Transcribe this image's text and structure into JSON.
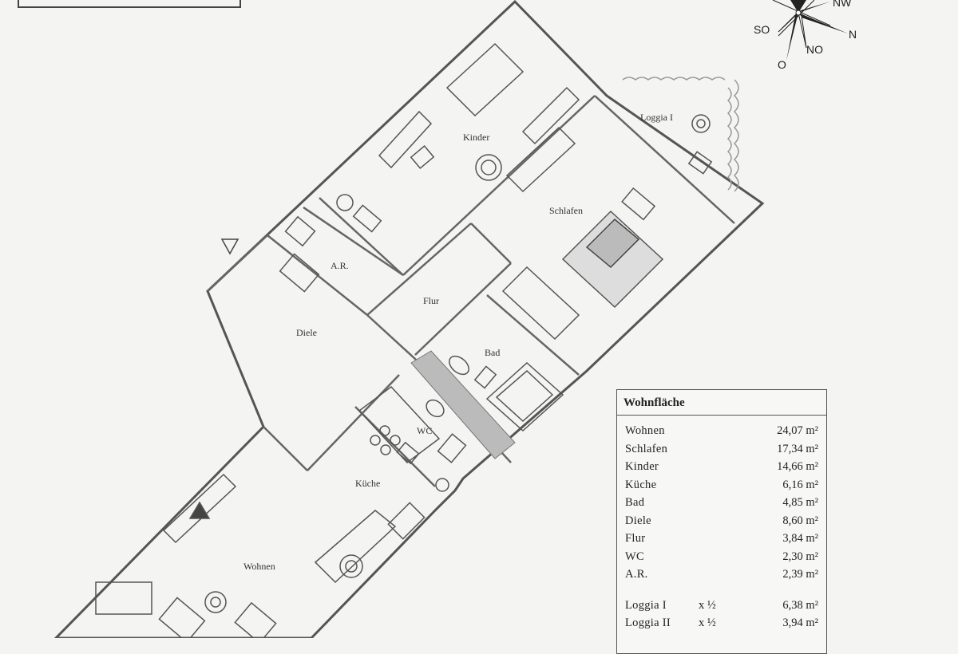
{
  "compass": {
    "nw": "NW",
    "so": "SO",
    "n": "N",
    "o": "O",
    "no": "NO"
  },
  "rooms": {
    "kinder": "Kinder",
    "loggia": "Loggia I",
    "schlafen": "Schlafen",
    "ar": "A.R.",
    "flur": "Flur",
    "diele": "Diele",
    "bad": "Bad",
    "wc": "WC",
    "kueche": "Küche",
    "wohnen": "Wohnen"
  },
  "legend": {
    "title": "Wohnfläche",
    "rows": [
      {
        "name": "Wohnen",
        "value": "24,07 m²"
      },
      {
        "name": "Schlafen",
        "value": "17,34 m²"
      },
      {
        "name": "Kinder",
        "value": "14,66 m²"
      },
      {
        "name": "Küche",
        "value": "6,16 m²"
      },
      {
        "name": "Bad",
        "value": "4,85 m²"
      },
      {
        "name": "Diele",
        "value": "8,60 m²"
      },
      {
        "name": "Flur",
        "value": "3,84 m²"
      },
      {
        "name": "WC",
        "value": "2,30 m²"
      },
      {
        "name": "A.R.",
        "value": "2,39 m²"
      }
    ],
    "loggias": [
      {
        "name": "Loggia I",
        "fraction": "x ½",
        "value": "6,38 m²"
      },
      {
        "name": "Loggia II",
        "fraction": "x ½",
        "value": "3,94 m²"
      }
    ]
  }
}
